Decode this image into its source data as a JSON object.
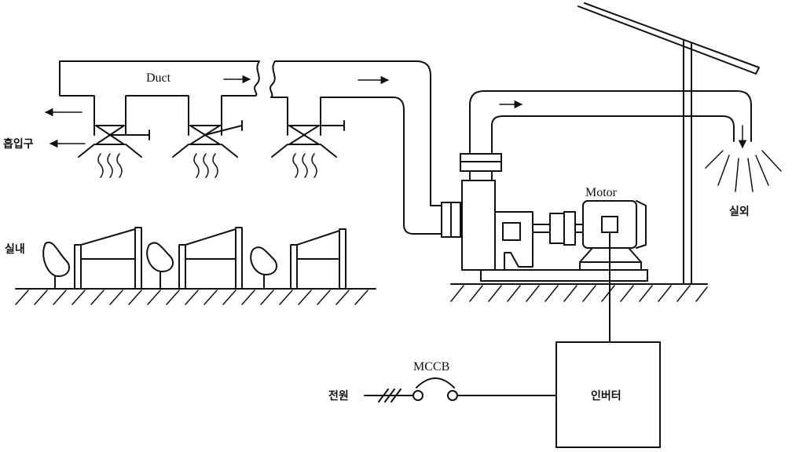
{
  "labels": {
    "duct": "Duct",
    "intake": "흡입구",
    "indoor": "실내",
    "outdoor": "실외",
    "motor": "Motor",
    "mccb": "MCCB",
    "power": "전원",
    "inverter": "인버터"
  }
}
